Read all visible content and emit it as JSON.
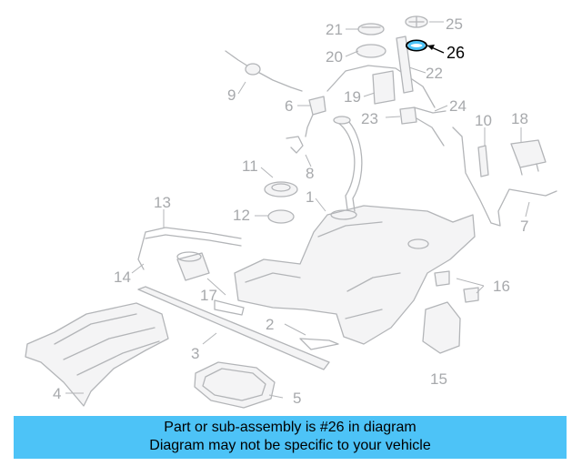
{
  "diagram": {
    "callouts": [
      "1",
      "2",
      "3",
      "4",
      "5",
      "6",
      "7",
      "8",
      "9",
      "10",
      "11",
      "12",
      "13",
      "14",
      "15",
      "16",
      "17",
      "18",
      "19",
      "20",
      "21",
      "22",
      "23",
      "24",
      "25",
      "26"
    ],
    "highlighted": "26",
    "colors": {
      "line": "#b3b5b8",
      "label": "#a7a9ac",
      "highlight_ring": "#4dc3f7",
      "highlight_label": "#000000"
    }
  },
  "banner": {
    "line1": "Part or sub-assembly is #26 in diagram",
    "line2": "Diagram may not be specific to your vehicle",
    "color": "#4dc3f7"
  }
}
